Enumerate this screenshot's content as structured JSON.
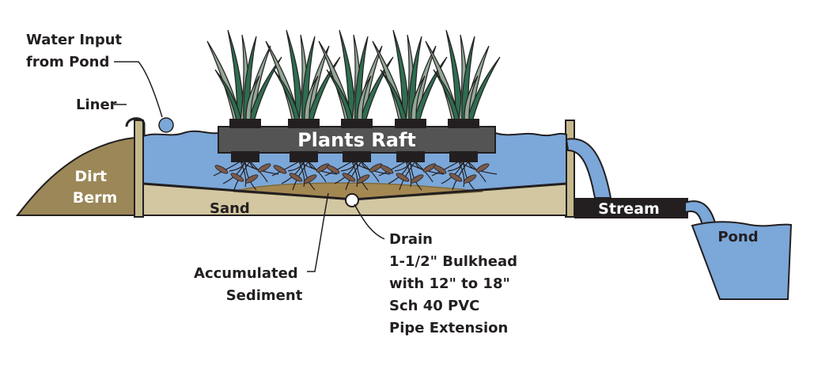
{
  "labels": {
    "water_input": [
      "Water Input",
      "from Pond"
    ],
    "liner": "Liner",
    "dirt_berm": [
      "Dirt",
      "Berm"
    ],
    "plants_raft": "Plants Raft",
    "sand": "Sand",
    "stream": "Stream",
    "pond": "Pond",
    "drain": [
      "Drain",
      "1-1/2\" Bulkhead",
      "with 12\" to 18\"",
      "Sch 40 PVC",
      "Pipe Extension"
    ],
    "accumulated_sediment": [
      "Accumulated",
      "Sediment"
    ]
  },
  "colors": {
    "water": "#7ba7d9",
    "dirt": "#9b8758",
    "sand": "#d2c7a0",
    "sediment": "#a48852",
    "wall": "#c4b98d",
    "raft": "#545454",
    "pot": "#231f20",
    "leaf_dark": "#2f6e50",
    "leaf_light": "#93a896",
    "root": "#7a5a4a",
    "outline": "#231f20"
  },
  "icons": [
    "plant-icon",
    "water-droplet-icon",
    "drain-hole-icon"
  ]
}
